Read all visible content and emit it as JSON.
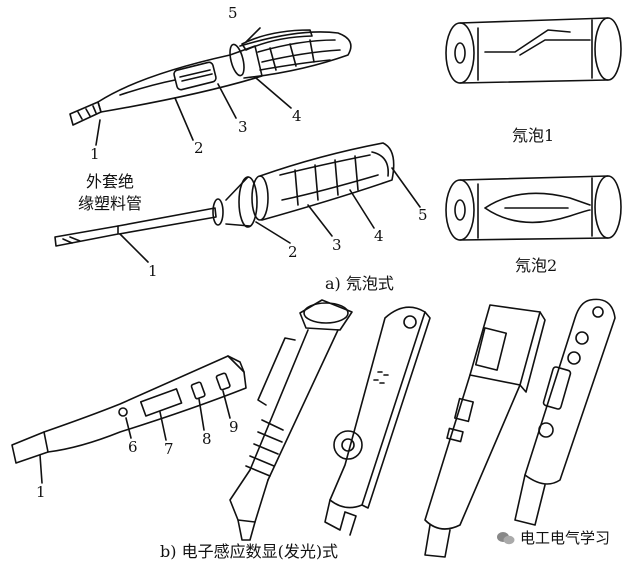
{
  "captions": {
    "a": "a) 氖泡式",
    "b": "b) 电子感应数显(发光)式",
    "bubble1": "氖泡1",
    "bubble2": "氖泡2",
    "outer_sleeve_line1": "外套绝",
    "outer_sleeve_line2": "缘塑料管"
  },
  "callouts": {
    "top_pen": [
      "1",
      "2",
      "3",
      "4",
      "5"
    ],
    "screwdriver_pen": [
      "1",
      "2",
      "3",
      "4",
      "5"
    ],
    "digital_pen": [
      "1",
      "6",
      "7",
      "8",
      "9"
    ]
  },
  "watermark": {
    "text": "电工电气学习",
    "icon": "wechat-icon"
  },
  "colors": {
    "ink": "#111111",
    "paper": "#ffffff",
    "hatch": "#555555"
  }
}
